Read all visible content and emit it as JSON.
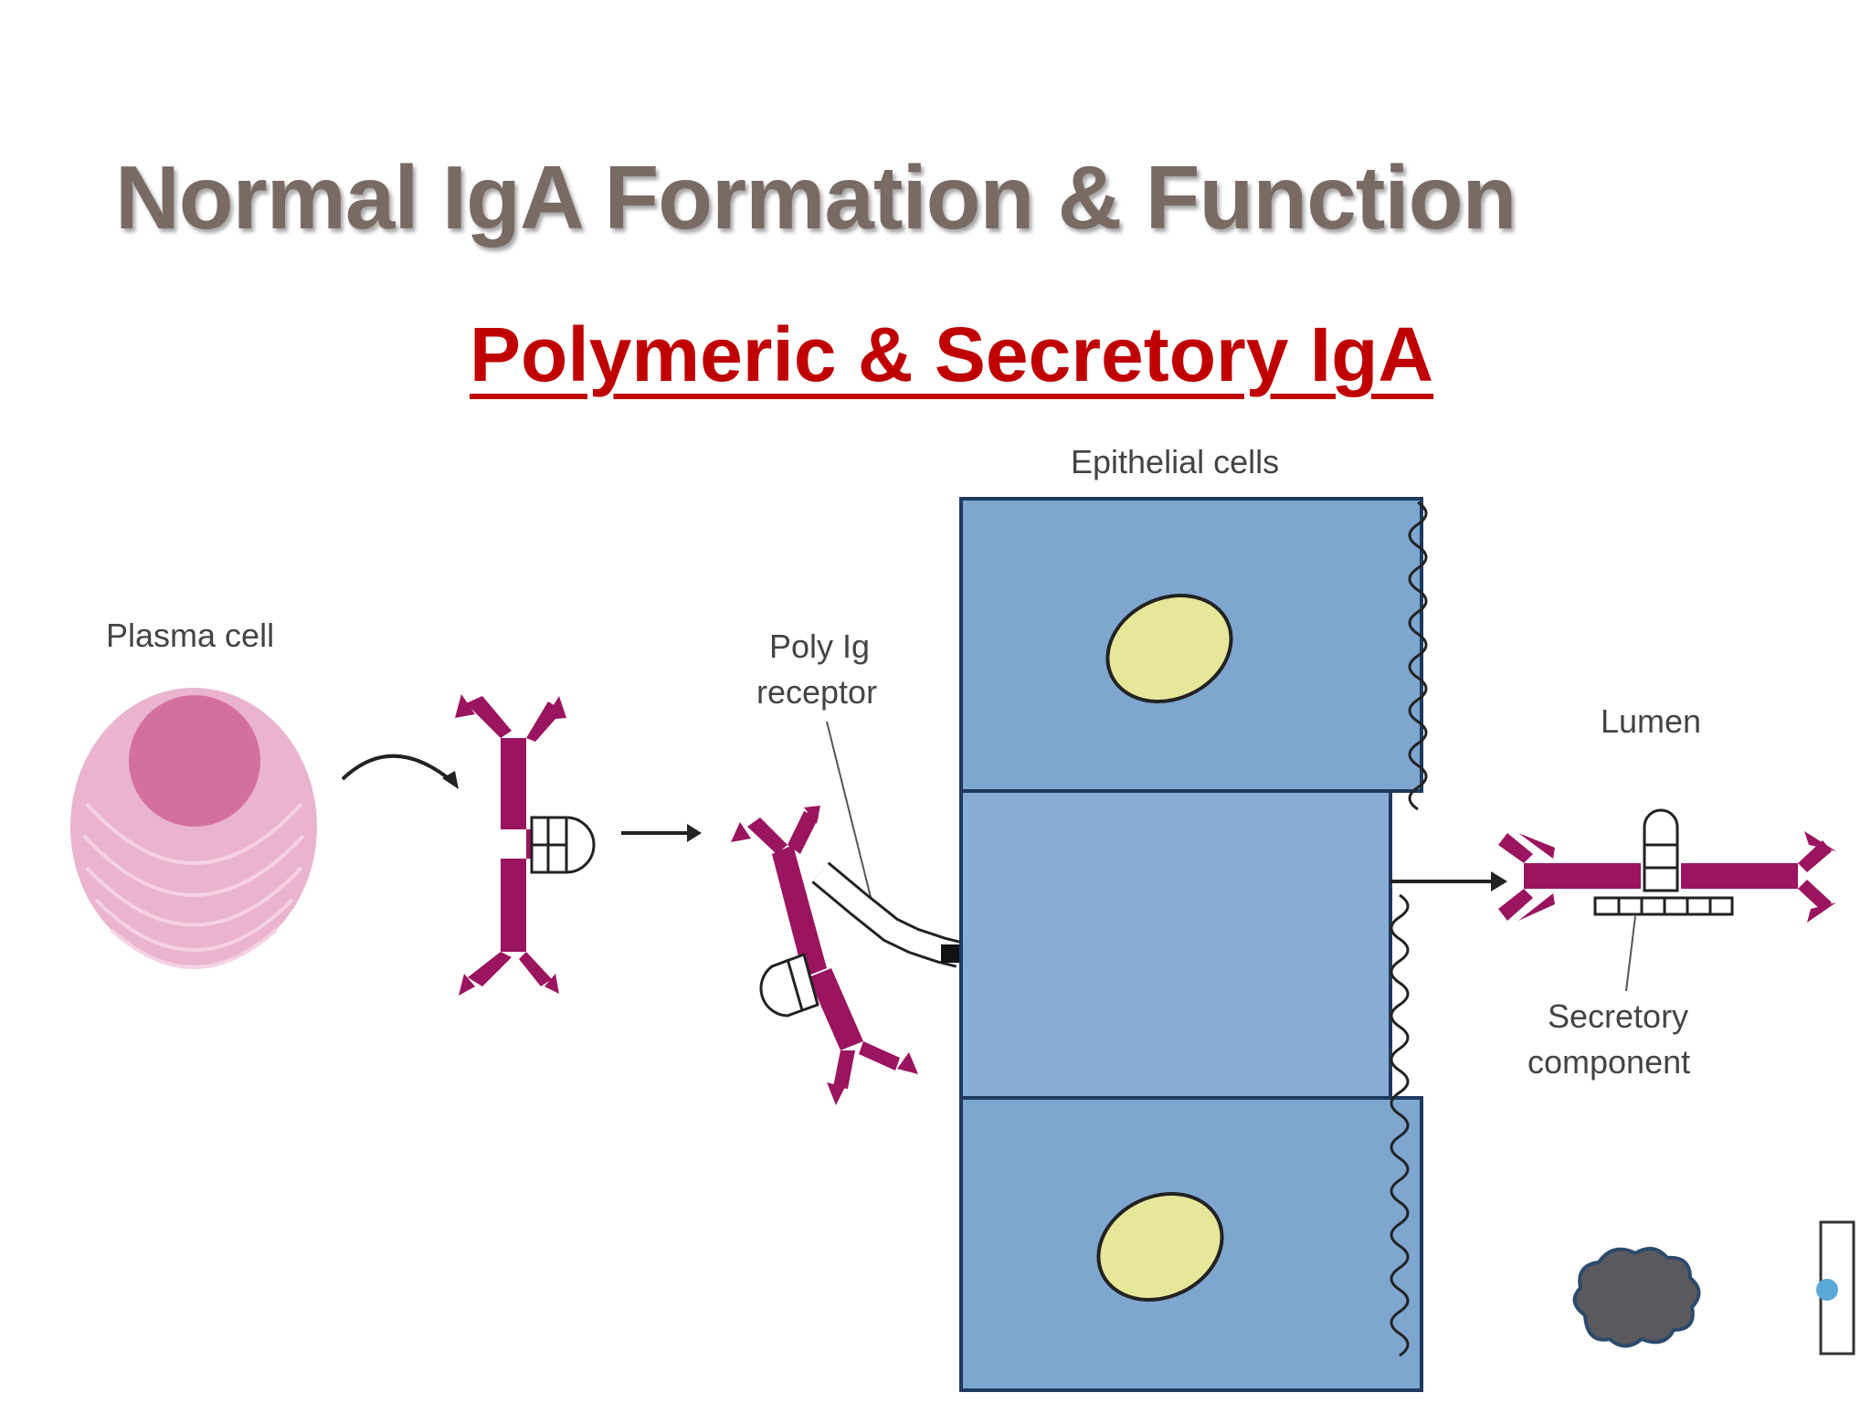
{
  "title": "Normal IgA Formation & Function",
  "subtitle": "Polymeric & Secretory IgA",
  "labels": {
    "plasma_cell": "Plasma cell",
    "poly_ig_receptor_line1": "Poly Ig",
    "poly_ig_receptor_line2": "receptor",
    "epithelial_cells": "Epithelial cells",
    "lumen": "Lumen",
    "secretory_component_line1": "Secretory",
    "secretory_component_line2": "component"
  },
  "colors": {
    "title": "#7a6a64",
    "subtitle": "#c00000",
    "antibody": "#9b1460",
    "epithelium": "#7ea6cf",
    "nucleus": "#e7e79a",
    "plasma_cell": "#e7a7c7",
    "cloud_icon": "#5a5a5e"
  }
}
